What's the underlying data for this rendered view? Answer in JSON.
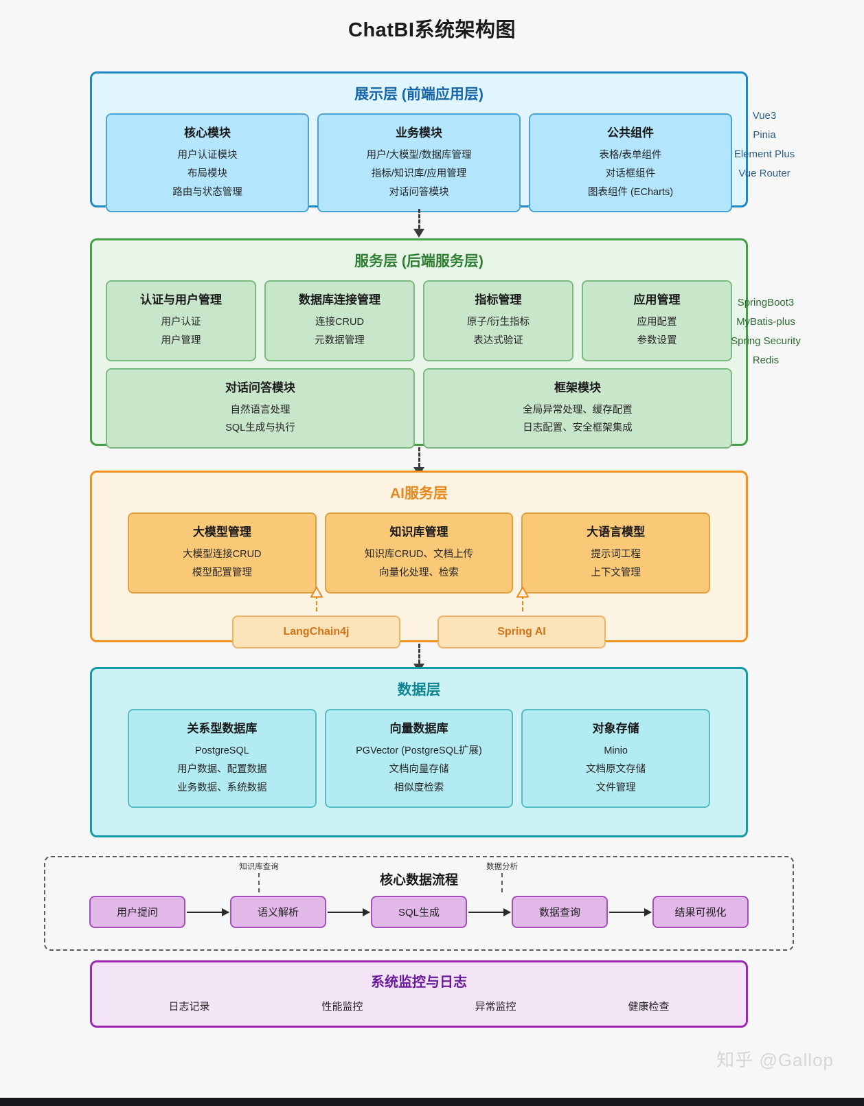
{
  "title": "ChatBI系统架构图",
  "presentation_layer": {
    "title": "展示层 (前端应用层)",
    "cards": [
      {
        "title": "核心模块",
        "lines": [
          "用户认证模块",
          "布局模块",
          "路由与状态管理"
        ]
      },
      {
        "title": "业务模块",
        "lines": [
          "用户/大模型/数据库管理",
          "指标/知识库/应用管理",
          "对话问答模块"
        ]
      },
      {
        "title": "公共组件",
        "lines": [
          "表格/表单组件",
          "对话框组件",
          "图表组件 (ECharts)"
        ]
      }
    ],
    "tech_stack": [
      "Vue3",
      "Pinia",
      "Element Plus",
      "Vue Router"
    ]
  },
  "service_layer": {
    "title": "服务层 (后端服务层)",
    "cards_row1": [
      {
        "title": "认证与用户管理",
        "lines": [
          "用户认证",
          "用户管理"
        ]
      },
      {
        "title": "数据库连接管理",
        "lines": [
          "连接CRUD",
          "元数据管理"
        ]
      },
      {
        "title": "指标管理",
        "lines": [
          "原子/衍生指标",
          "表达式验证"
        ]
      },
      {
        "title": "应用管理",
        "lines": [
          "应用配置",
          "参数设置"
        ]
      }
    ],
    "cards_row2": [
      {
        "title": "对话问答模块",
        "lines": [
          "自然语言处理",
          "SQL生成与执行"
        ]
      },
      {
        "title": "框架模块",
        "lines": [
          "全局异常处理、缓存配置",
          "日志配置、安全框架集成"
        ]
      }
    ],
    "tech_stack": [
      "SpringBoot3",
      "MyBatis-plus",
      "Spring Security",
      "Redis"
    ]
  },
  "ai_layer": {
    "title": "AI服务层",
    "cards": [
      {
        "title": "大模型管理",
        "lines": [
          "大模型连接CRUD",
          "模型配置管理"
        ]
      },
      {
        "title": "知识库管理",
        "lines": [
          "知识库CRUD、文档上传",
          "向量化处理、检索"
        ]
      },
      {
        "title": "大语言模型",
        "lines": [
          "提示词工程",
          "上下文管理"
        ]
      }
    ],
    "frameworks": [
      "LangChain4j",
      "Spring AI"
    ]
  },
  "data_layer": {
    "title": "数据层",
    "cards": [
      {
        "title": "关系型数据库",
        "lines": [
          "PostgreSQL",
          "用户数据、配置数据",
          "业务数据、系统数据"
        ]
      },
      {
        "title": "向量数据库",
        "lines": [
          "PGVector (PostgreSQL扩展)",
          "文档向量存储",
          "相似度检索"
        ]
      },
      {
        "title": "对象存储",
        "lines": [
          "Minio",
          "文档原文存储",
          "文件管理"
        ]
      }
    ]
  },
  "data_flow": {
    "title": "核心数据流程",
    "steps": [
      "用户提问",
      "语义解析",
      "SQL生成",
      "数据查询",
      "结果可视化"
    ],
    "notes": [
      {
        "label": "知识库查询",
        "attached_to": "语义解析"
      },
      {
        "label": "数据分析",
        "attached_to": "数据查询"
      }
    ]
  },
  "monitoring": {
    "title": "系统监控与日志",
    "items": [
      "日志记录",
      "性能监控",
      "异常监控",
      "健康检查"
    ]
  },
  "watermark": "知乎 @Gallop",
  "colors": {
    "presentation": "#1e88c7",
    "service": "#43a047",
    "ai": "#f0921f",
    "data": "#129aa5",
    "flow": "#a44fba",
    "monitor": "#9c27b0"
  }
}
